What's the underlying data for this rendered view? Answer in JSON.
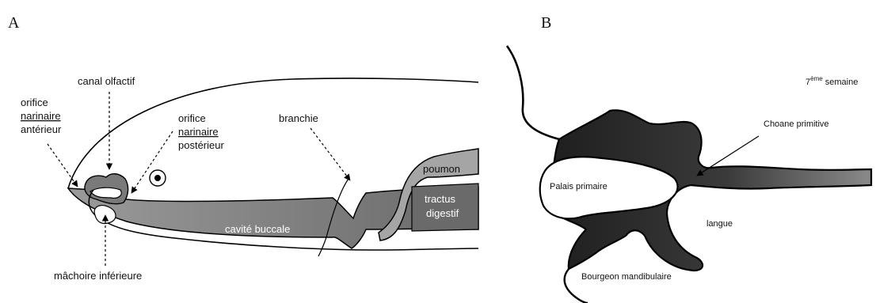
{
  "panel_a": {
    "letter": "A",
    "labels": {
      "canal_olfactif": "canal olfactif",
      "orifice_ant_1": "orifice",
      "orifice_ant_2": "narinaire",
      "orifice_ant_3": "antérieur",
      "orifice_post_1": "orifice",
      "orifice_post_2": "narinaire",
      "orifice_post_3": "postérieur",
      "branchie": "branchie",
      "poumon": "poumon",
      "tractus_1": "tractus",
      "tractus_2": "digestif",
      "cavite_buccale": "cavité buccale",
      "machoire": "mâchoire inférieure"
    }
  },
  "panel_b": {
    "letter": "B",
    "labels": {
      "semaine_num": "7",
      "semaine_sup": "ème",
      "semaine_word": " semaine",
      "choane": "Choane primitive",
      "palais": "Palais primaire",
      "langue": "langue",
      "bourgeon": "Bourgeon mandibulaire"
    }
  },
  "colors": {
    "cavity_fill": "#707070",
    "lung_fill": "#a0a0a0",
    "gut_fill": "#6e6e6e",
    "outline": "#000000",
    "dark_tissue": "#222222"
  }
}
